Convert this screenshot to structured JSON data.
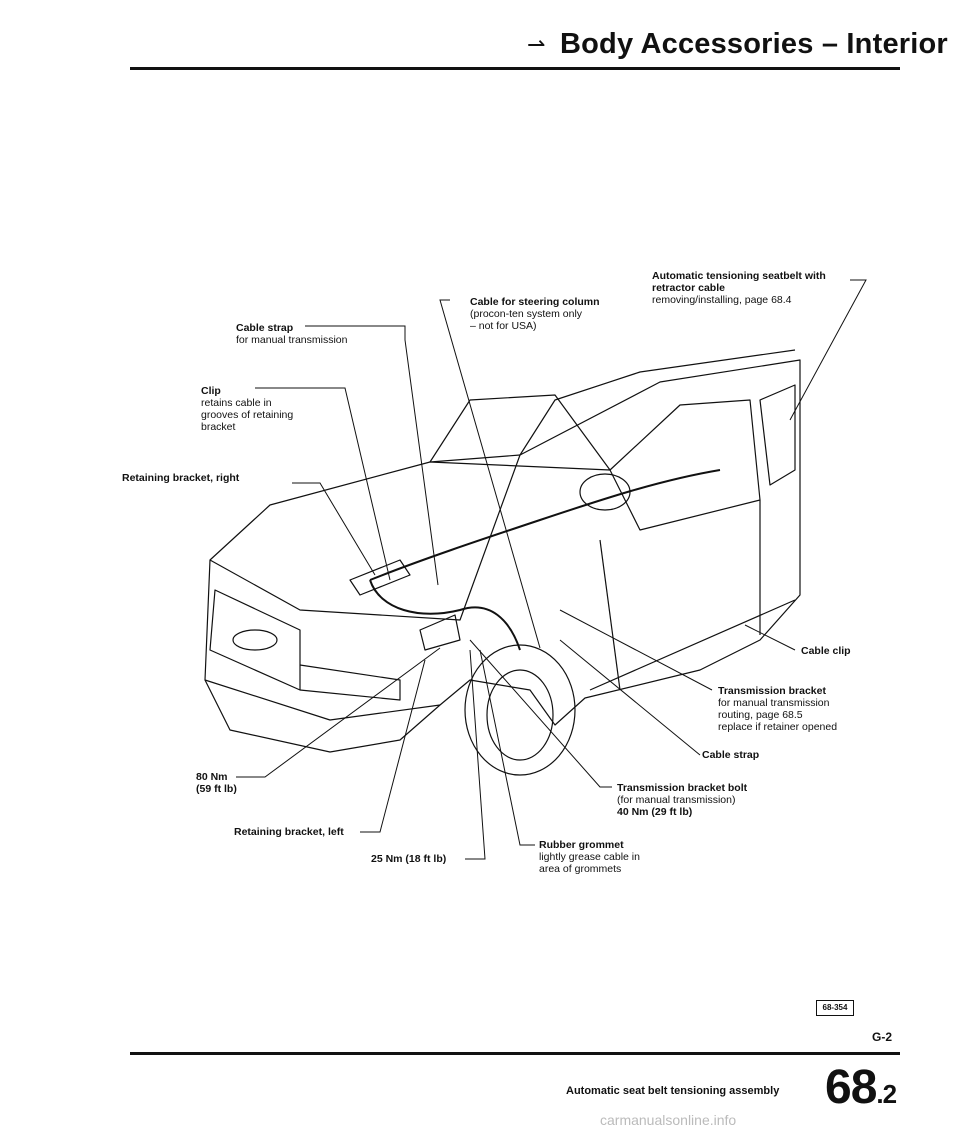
{
  "header": {
    "title": "Body Accessories – Interior",
    "icon": "arrow-pointer-icon"
  },
  "labels": {
    "cable_strap_manual": {
      "title": "Cable strap",
      "lines": [
        "for manual transmission"
      ]
    },
    "clip": {
      "title": "Clip",
      "lines": [
        "retains cable in",
        "grooves of retaining",
        "bracket"
      ]
    },
    "retaining_right": {
      "title": "Retaining bracket, right"
    },
    "steering_cable": {
      "title": "Cable for steering column",
      "lines": [
        "(procon-ten system only",
        "– not for USA)"
      ]
    },
    "auto_seatbelt": {
      "title1": "Automatic tensioning seatbelt with",
      "title2": "retractor cable",
      "lines": [
        "removing/installing, page 68.4"
      ]
    },
    "cable_clip": {
      "title": "Cable clip"
    },
    "transmission_bracket": {
      "title": "Transmission bracket",
      "lines": [
        "for manual transmission",
        "routing, page 68.5",
        "replace if retainer opened"
      ]
    },
    "cable_strap": {
      "title": "Cable strap"
    },
    "transmission_bolt": {
      "title": "Transmission bracket bolt",
      "lines": [
        "(for manual transmission)"
      ],
      "torque": "40 Nm (29 ft lb)"
    },
    "torque_80": {
      "line1": "80 Nm",
      "line2": "(59 ft lb)"
    },
    "retaining_left": {
      "title": "Retaining bracket, left"
    },
    "torque_25": {
      "title": "25 Nm (18 ft lb)"
    },
    "rubber_grommet": {
      "title": "Rubber grommet",
      "lines": [
        "lightly grease cable in",
        "area of grommets"
      ]
    }
  },
  "figure_code": "68-354",
  "page_code": "G-2",
  "footer": {
    "caption": "Automatic seat belt tensioning assembly",
    "number": "68",
    "sub": ".2"
  },
  "watermark": "carmanualsonline.info"
}
